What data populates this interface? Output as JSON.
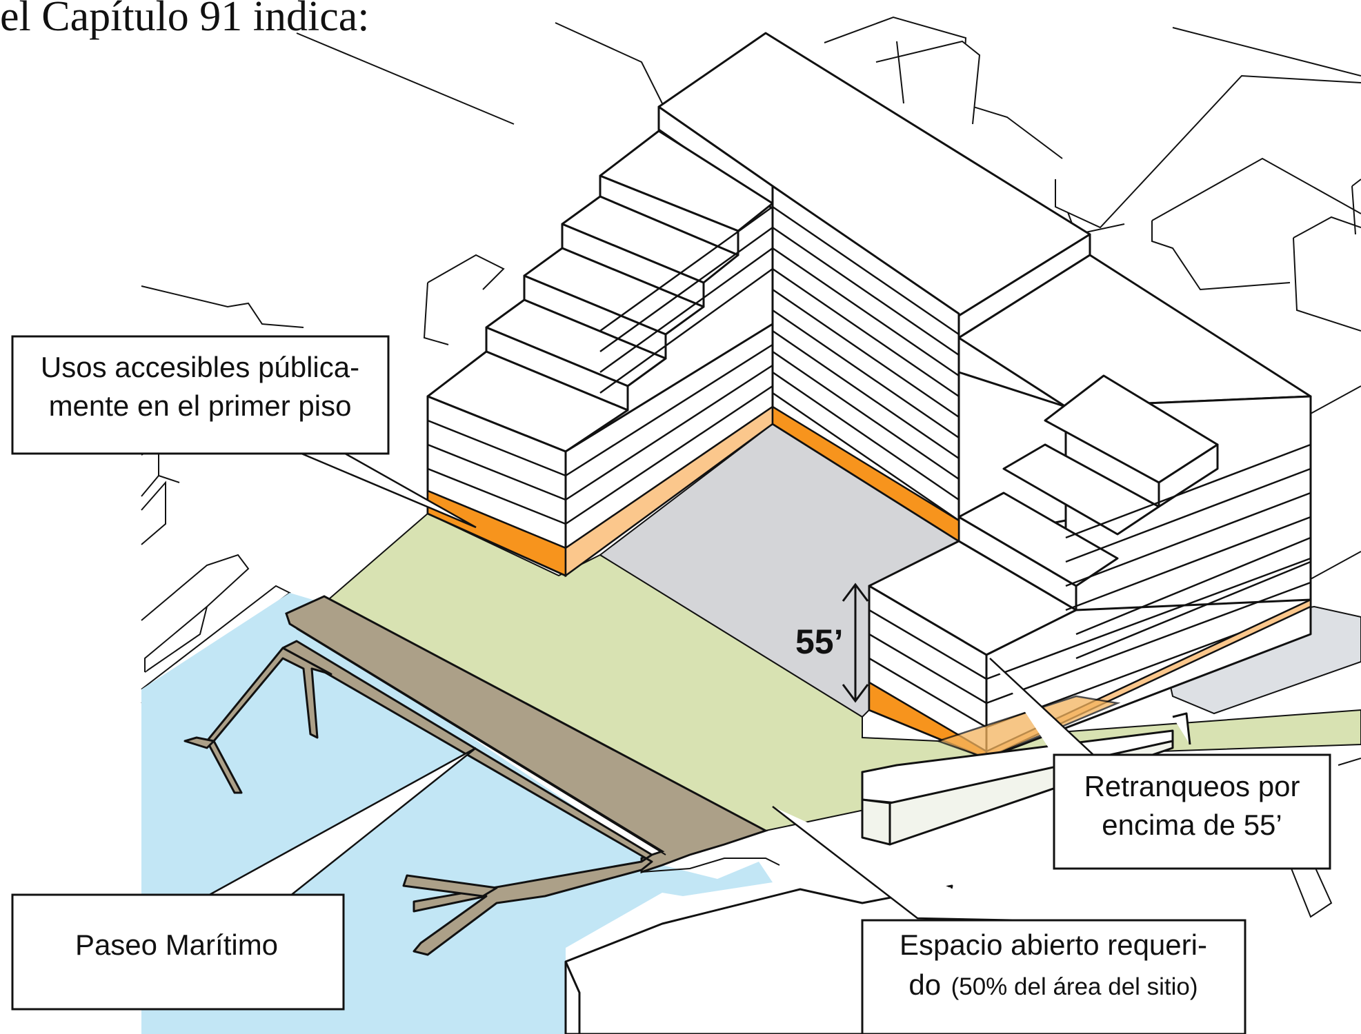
{
  "heading": "el Capítulo 91 indica:",
  "labels": {
    "usos_line1": "Usos accesibles pública-",
    "usos_line2": "mente en el primer piso",
    "paseo": "Paseo Marítimo",
    "retranqueos_line1": "Retranqueos por",
    "retranqueos_line2": "encima de 55’",
    "espacio_line1": "Espacio abierto requeri-",
    "espacio_line2a": "do",
    "espacio_line2b": "(50% del área del sitio)"
  },
  "dimension": "55’",
  "colors": {
    "water": "#c2e6f5",
    "open_space": "#d8e2b2",
    "promenade": "#aca088",
    "ground_floor_use": "#f7941d",
    "ground_floor_light": "#fbc78c",
    "courtyard": "#d4d5d8",
    "building": "#ffffff",
    "outline": "#111111"
  }
}
